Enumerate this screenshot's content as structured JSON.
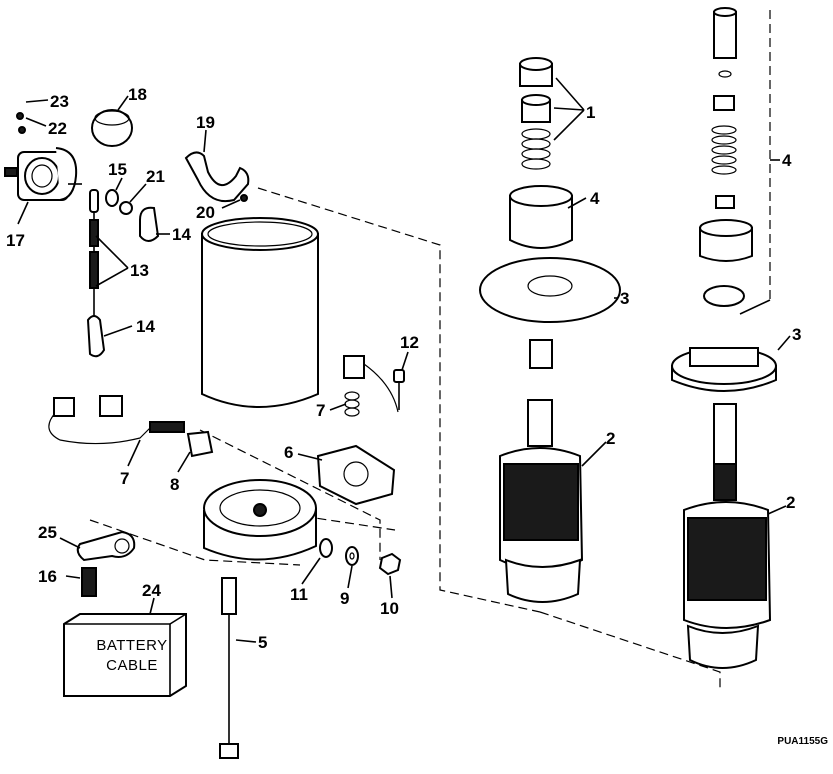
{
  "callouts": {
    "c1": "1",
    "c2a": "2",
    "c2b": "2",
    "c3a": "3",
    "c3b": "3",
    "c4a": "4",
    "c4b": "4",
    "c5": "5",
    "c6": "6",
    "c7a": "7",
    "c7b": "7",
    "c8": "8",
    "c9": "9",
    "c10": "10",
    "c11": "11",
    "c12": "12",
    "c13": "13",
    "c14a": "14",
    "c14b": "14",
    "c15": "15",
    "c16": "16",
    "c17": "17",
    "c18": "18",
    "c19": "19",
    "c20": "20",
    "c21": "21",
    "c22": "22",
    "c23": "23",
    "c24": "24",
    "c25": "25"
  },
  "battery_tag": {
    "line1": "BATTERY",
    "line2": "CABLE"
  },
  "figure_id": "PUA1155G"
}
